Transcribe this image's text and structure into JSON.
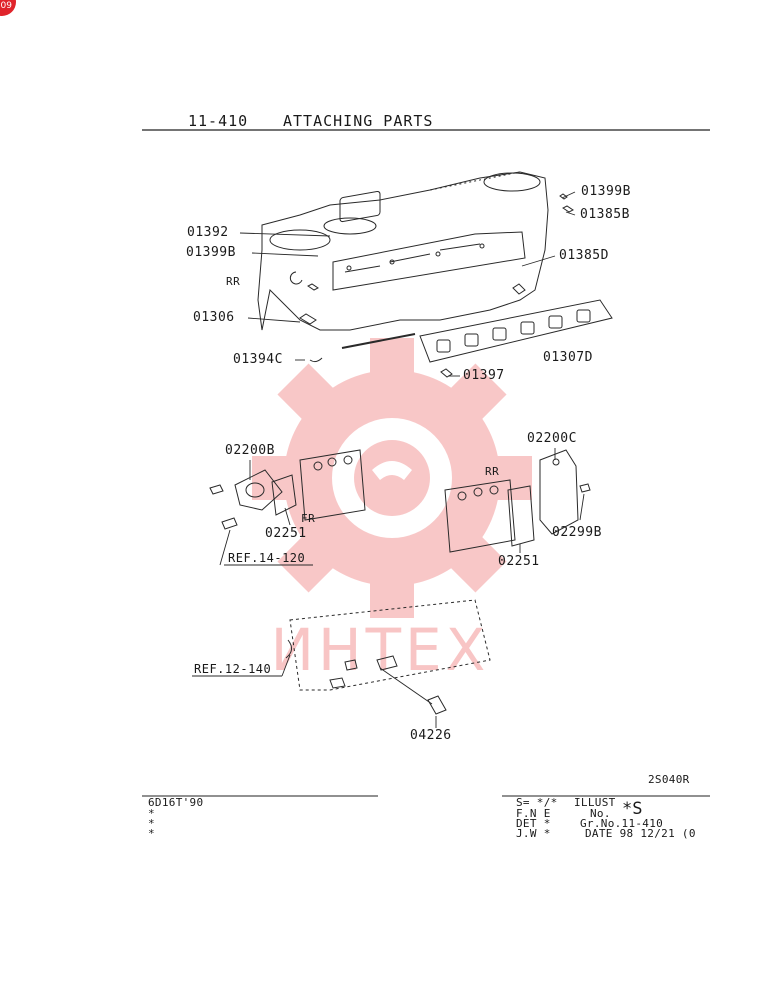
{
  "corner_badge": "09",
  "header": {
    "code": "11-410",
    "title": "ATTACHING PARTS"
  },
  "watermark": {
    "text": "ИНТЕХ",
    "color": "#f08080"
  },
  "callouts": {
    "p01399b_top": "01399B",
    "p01385b": "01385B",
    "p01392": "01392",
    "p01399b_left": "01399B",
    "p01385d": "01385D",
    "rr_upper": "RR",
    "p01306": "01306",
    "p01307d": "01307D",
    "p01394c": "01394C",
    "p01397": "01397",
    "p02200b": "02200B",
    "p02200c": "02200C",
    "rr_lower": "RR",
    "fr": "FR",
    "p02251_left": "02251",
    "p02299b": "02299B",
    "ref_14_120": "REF.14-120",
    "p02251_right": "02251",
    "ref_12_140": "REF.12-140",
    "p04226": "04226"
  },
  "illustration_code": "2S040R",
  "footer": {
    "model": "6D16T'90",
    "stars": [
      "*",
      "*",
      "*"
    ],
    "s_line": "S= */*",
    "illust": "ILLUST",
    "fne": "F.N E",
    "no": "No.",
    "det": "DET *",
    "jw": "J.W *",
    "big_s": "*S",
    "grno": "Gr.No.11-410",
    "date": "DATE 98 12/21 (0"
  }
}
